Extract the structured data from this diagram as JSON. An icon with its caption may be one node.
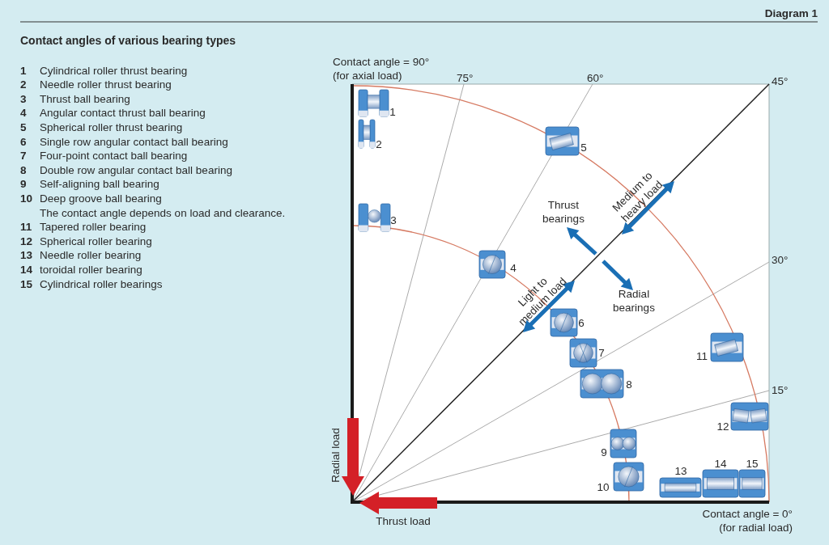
{
  "diagram": {
    "title": "Contact angles of various bearing types",
    "labels": [
      "Diagram 1",
      "1",
      "Cylindrical roller thrust bearing",
      "2",
      "Needle roller thrust bearing",
      "3",
      "Thrust ball bearing",
      "4",
      "Angular contact thrust ball bearing",
      "5",
      "Spherical roller thrust bearing",
      "6",
      "Single row angular contact ball bearing",
      "7",
      "Four-point contact ball bearing",
      "8",
      "Double row angular contact ball bearing",
      "9",
      "Self-aligning ball bearing",
      "10",
      "Deep groove ball bearing",
      "The contact angle depends on load and clearance.",
      "11",
      "Tapered roller bearing",
      "12",
      "Spherical roller bearing",
      "13",
      "Needle roller bearing",
      "14",
      "toroidal roller bearing",
      "15",
      "Cylindrical roller bearings",
      "Contact angle = 90° (for axial load)",
      "75°",
      "60°",
      "45°",
      "30°",
      "15°",
      "1",
      "2",
      "3",
      "4",
      "5",
      "6",
      "7",
      "8",
      "9",
      "10",
      "11",
      "12",
      "13",
      "14",
      "15",
      "Thrust bearings",
      "Medium to heavy load",
      "Light to medium load",
      "Radial bearings",
      "Radial load",
      "Thrust load",
      "Contact angle = 0° (for radial load)"
    ]
  }
}
